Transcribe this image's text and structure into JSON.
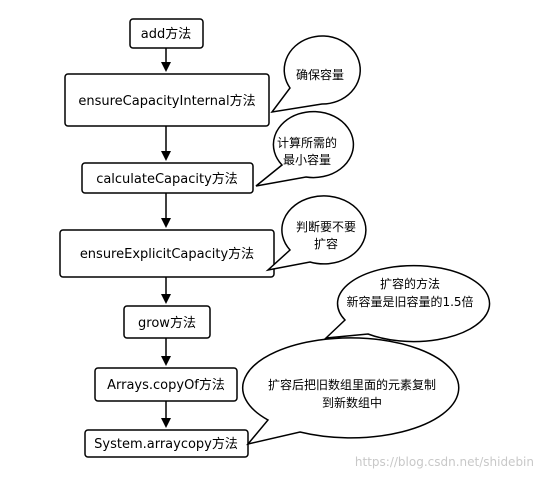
{
  "steps": [
    {
      "label": "add方法"
    },
    {
      "label": "ensureCapacityInternal方法"
    },
    {
      "label": "calculateCapacity方法"
    },
    {
      "label": "ensureExplicitCapacity方法"
    },
    {
      "label": "grow方法"
    },
    {
      "label": "Arrays.copyOf方法"
    },
    {
      "label": "System.arraycopy方法"
    }
  ],
  "notes": [
    {
      "lines": [
        "确保容量"
      ]
    },
    {
      "lines": [
        "计算所需的",
        "最小容量"
      ]
    },
    {
      "lines": [
        "判断要不要",
        "扩容"
      ]
    },
    {
      "lines": [
        "扩容的方法",
        "新容量是旧容量的1.5倍"
      ]
    },
    {
      "lines": [
        "扩容后把旧数组里面的元素复制",
        "到新数组中"
      ]
    }
  ],
  "watermark": "https://blog.csdn.net/shidebin"
}
